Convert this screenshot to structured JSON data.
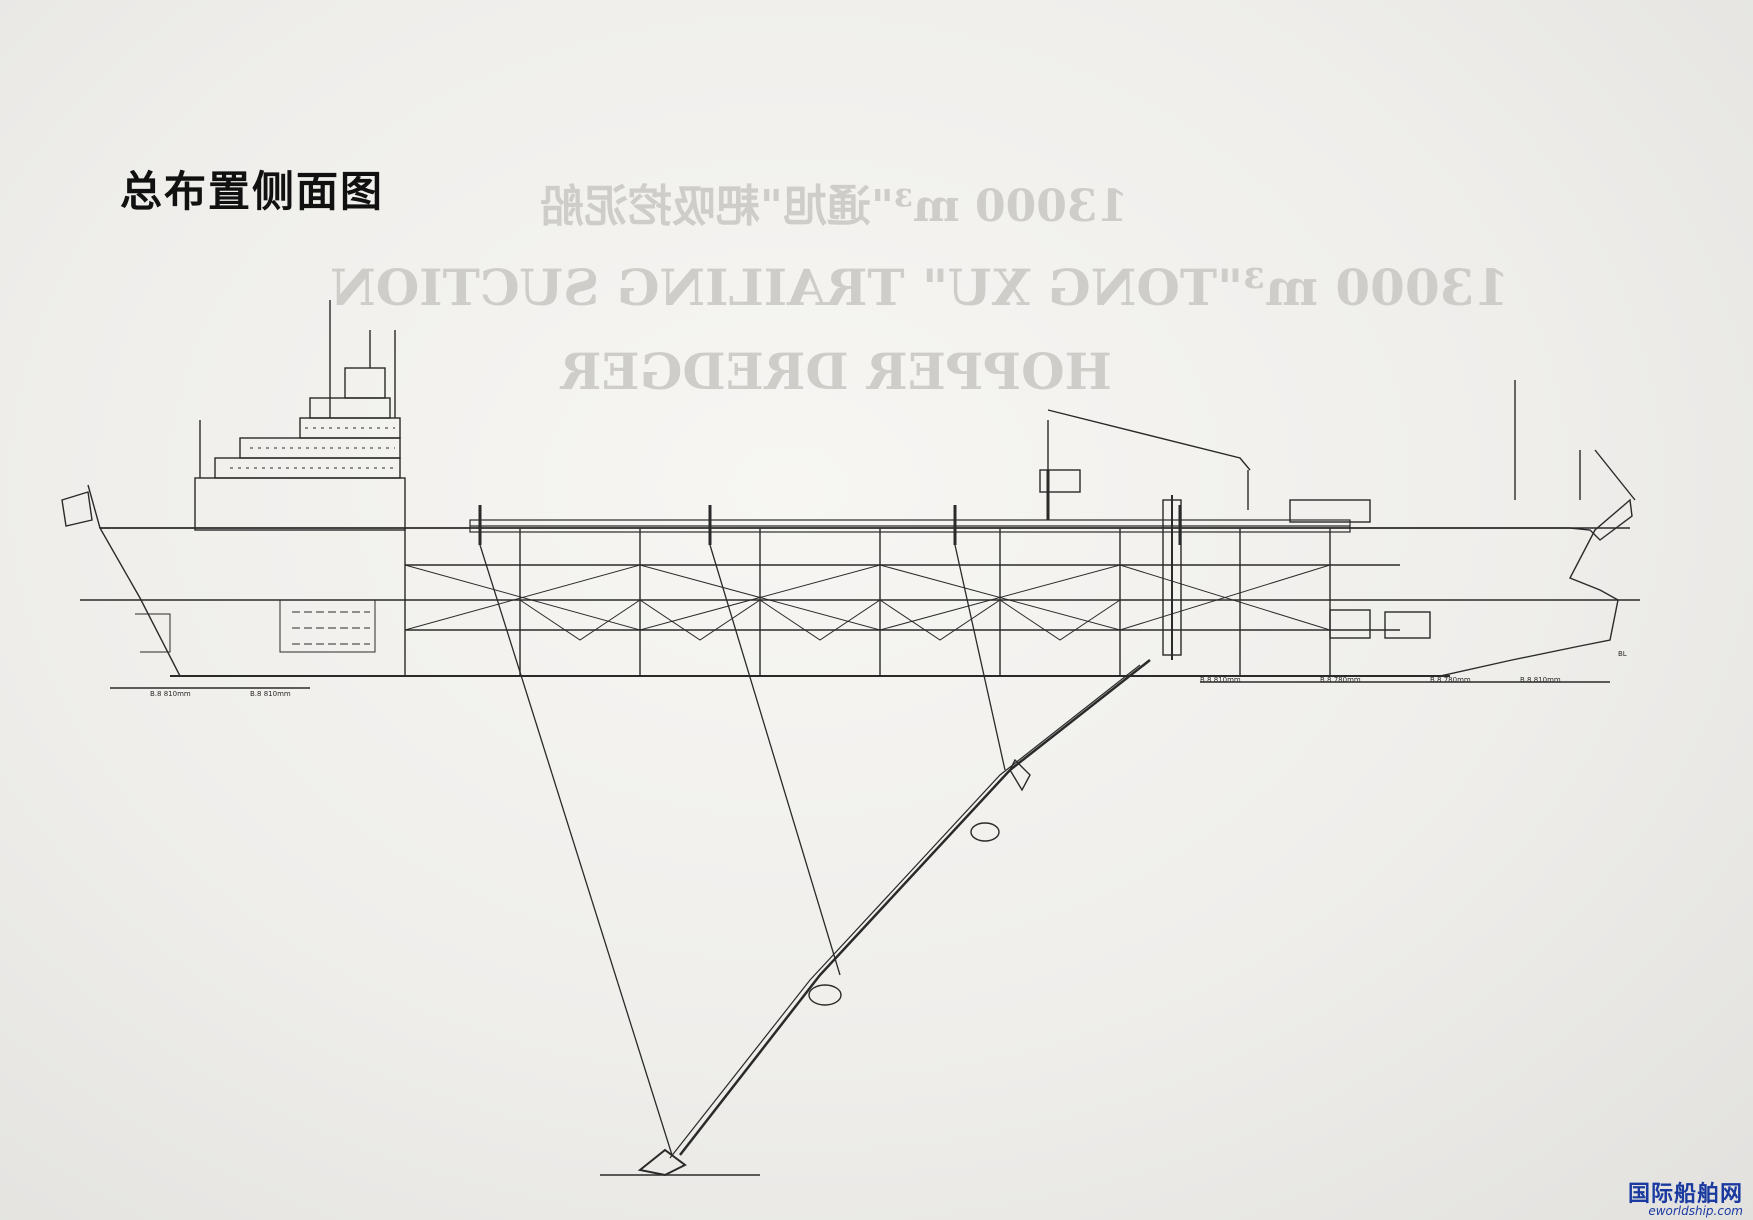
{
  "title": "总布置侧面图",
  "ghost_lines": [
    "13000 m³\"通旭\"耙吸挖泥船",
    "13000 m³\"TONG XU\" TRAILING SUCTION",
    "HOPPER DREDGER"
  ],
  "watermark": {
    "name": "国际船舶网",
    "url": "eworldship.com"
  },
  "drawing": {
    "scale_labels": [
      "B.8 810mm",
      "B.8 810mm",
      "B.8 810mm",
      "B.8 780mm",
      "B.8 780mm",
      "B.8 810mm"
    ],
    "baseline_label": "BL"
  },
  "colors": {
    "line": "#2a2a2a",
    "paper": "#f4f3f0",
    "ghost": "#cfcdca",
    "watermark": "#1a3aa0"
  }
}
